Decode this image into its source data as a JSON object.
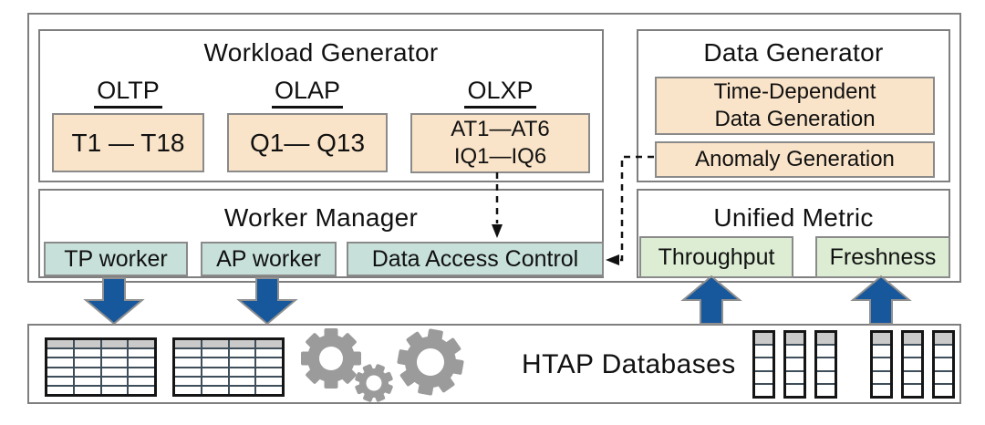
{
  "workload_generator": {
    "title": "Workload Generator",
    "groups": [
      {
        "header": "OLTP",
        "lines": [
          "T1 — T18"
        ]
      },
      {
        "header": "OLAP",
        "lines": [
          "Q1— Q13"
        ]
      },
      {
        "header": "OLXP",
        "lines": [
          "AT1—AT6",
          "IQ1—IQ6"
        ]
      }
    ]
  },
  "data_generator": {
    "title": "Data Generator",
    "boxes": [
      {
        "lines": [
          "Time-Dependent",
          "Data Generation"
        ]
      },
      {
        "lines": [
          "Anomaly Generation"
        ]
      }
    ]
  },
  "worker_manager": {
    "title": "Worker Manager",
    "workers": [
      "TP worker",
      "AP worker",
      "Data Access Control"
    ]
  },
  "unified_metric": {
    "title": "Unified Metric",
    "metrics": [
      "Throughput",
      "Freshness"
    ]
  },
  "htap_databases": {
    "title": "HTAP Databases"
  },
  "connections": [
    {
      "style": "dashed",
      "from": "OLXP",
      "to": "Data Access Control"
    },
    {
      "style": "dashed",
      "from": "Anomaly Generation",
      "to": "Data Access Control"
    },
    {
      "style": "solid-blue",
      "from": "TP worker",
      "to": "HTAP Databases"
    },
    {
      "style": "solid-blue",
      "from": "AP worker",
      "to": "HTAP Databases"
    },
    {
      "style": "solid-blue",
      "from": "HTAP Databases",
      "to": "Throughput"
    },
    {
      "style": "solid-blue",
      "from": "HTAP Databases",
      "to": "Freshness"
    }
  ],
  "colors": {
    "workload_box_fill": "#FAE4C9",
    "worker_box_fill": "#C7E1DA",
    "metric_box_fill": "#DCEDD3",
    "arrow_blue": "#17589C",
    "panel_border": "#7f7f7f",
    "gear_gray": "#9b9b9b",
    "table_header_gray": "#cacaca",
    "table_grid": "#3e4e5a"
  }
}
